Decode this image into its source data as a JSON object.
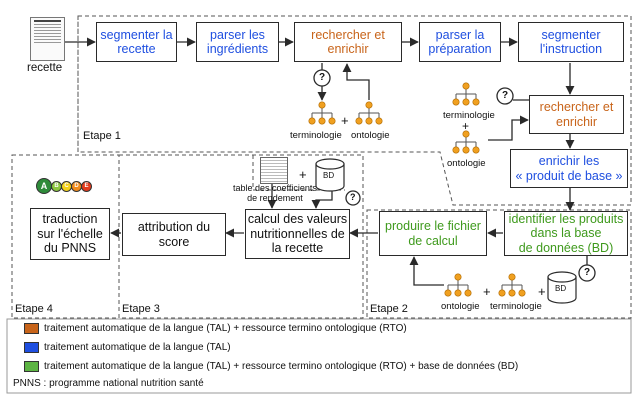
{
  "colors": {
    "orange": "#c8641a",
    "blue": "#1f4fe0",
    "green": "#5cb443",
    "line": "#2a2a2a"
  },
  "recipe_card": {
    "label": "recette",
    "icon": "recipe-card-icon"
  },
  "steps": {
    "segmenter_recette": "segmenter la\nrecette",
    "parser_ingredients": "parser les\ningrédients",
    "rechercher_enrichir_1": "rechercher et\nenrichir",
    "parser_preparation": "parser la\npréparation",
    "segmenter_instruction": "segmenter\nl'instruction",
    "rechercher_enrichir_2": "rechercher et\nenrichir",
    "enrichir_produit": "enrichir les\n« produit de base »",
    "identifier_produits": "identifier les produits\ndans la base\nde données (BD)",
    "produire_fichier": "produire le fichier\nde calcul",
    "calcul_valeurs": "calcul des valeurs\nnutritionnelles de\nla recette",
    "attribution_score": "attribution du\nscore",
    "traduction": "traduction\nsur l'échelle\ndu PNNS"
  },
  "stage_labels": {
    "etape1": "Etape 1",
    "etape2": "Etape 2",
    "etape3": "Etape 3",
    "etape4": "Etape 4"
  },
  "resources": {
    "terminologie": "terminologie",
    "ontologie": "ontologie",
    "plus": "+",
    "question": "?",
    "bd": "BD",
    "table_coeff": "table des coefficients\nde rendement"
  },
  "nutriscore": {
    "letters": [
      "A",
      "B",
      "C",
      "D",
      "E"
    ],
    "colors": [
      "#2e8b3a",
      "#8cc63f",
      "#f4d21b",
      "#f08b1d",
      "#e23b1d"
    ]
  },
  "legend": [
    {
      "color": "#c8641a",
      "text": "traitement automatique de la langue (TAL) + ressource termino ontologique (RTO)"
    },
    {
      "color": "#1f4fe0",
      "text": "traitement automatique de la langue (TAL)"
    },
    {
      "color": "#5cb443",
      "text": "traitement automatique de la langue (TAL) + ressource termino ontologique (RTO) + base de données (BD)"
    }
  ],
  "footnote": "PNNS : programme national nutrition santé"
}
